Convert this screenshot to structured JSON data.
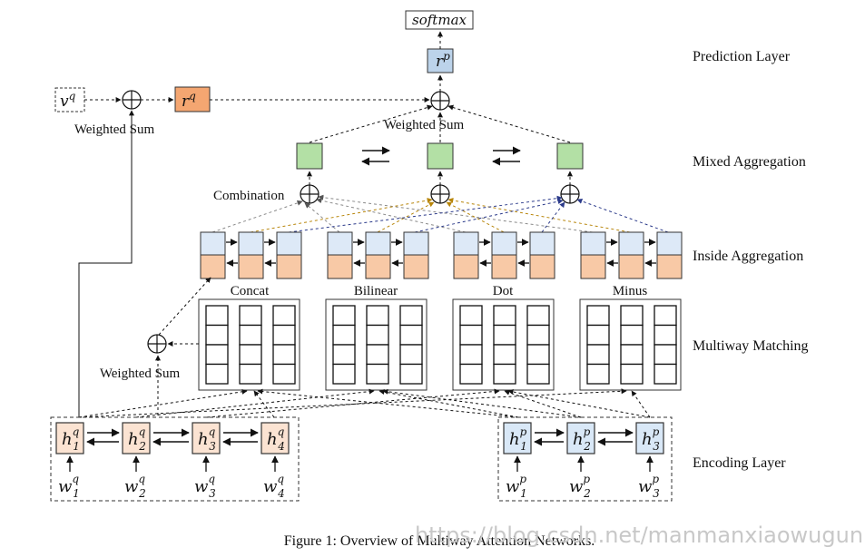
{
  "diagram": {
    "layers": {
      "prediction": "Prediction Layer",
      "mixed": "Mixed Aggregation",
      "inside": "Inside Aggregation",
      "matching": "Multiway Matching",
      "encoding": "Encoding Layer"
    },
    "softmax": "softmax",
    "rp": {
      "base": "r",
      "sup": "p"
    },
    "rq": {
      "base": "r",
      "sup": "q"
    },
    "vq": {
      "base": "v",
      "sup": "q"
    },
    "weighted_sum": "Weighted Sum",
    "combination": "Combination",
    "matching_blocks": [
      "Concat",
      "Bilinear",
      "Dot",
      "Minus"
    ],
    "hq": [
      {
        "base": "h",
        "sub": "1",
        "sup": "q"
      },
      {
        "base": "h",
        "sub": "2",
        "sup": "q"
      },
      {
        "base": "h",
        "sub": "3",
        "sup": "q"
      },
      {
        "base": "h",
        "sub": "4",
        "sup": "q"
      }
    ],
    "wq": [
      {
        "base": "w",
        "sub": "1",
        "sup": "q"
      },
      {
        "base": "w",
        "sub": "2",
        "sup": "q"
      },
      {
        "base": "w",
        "sub": "3",
        "sup": "q"
      },
      {
        "base": "w",
        "sub": "4",
        "sup": "q"
      }
    ],
    "hp": [
      {
        "base": "h",
        "sub": "1",
        "sup": "p"
      },
      {
        "base": "h",
        "sub": "2",
        "sup": "p"
      },
      {
        "base": "h",
        "sub": "3",
        "sup": "p"
      }
    ],
    "wp": [
      {
        "base": "w",
        "sub": "1",
        "sup": "p"
      },
      {
        "base": "w",
        "sub": "2",
        "sup": "p"
      },
      {
        "base": "w",
        "sub": "3",
        "sup": "p"
      }
    ],
    "caption": "Figure 1: Overview of Multiway Attention Networks.",
    "watermark": "https://blog.csdn.net/manmanxiaowugun"
  },
  "colors": {
    "question_fill": "#fbe3d2",
    "passage_fill": "#d9e8f7",
    "inside_top": "#dde9f7",
    "inside_bottom": "#f8c9a6",
    "mixed_green": "#b3e0a5",
    "rq_orange": "#f4a671",
    "rp_blue": "#bcd3ea",
    "gray_line": "#8a8a8a",
    "gold_line": "#b8860b",
    "navy_line": "#2b3a8a"
  }
}
